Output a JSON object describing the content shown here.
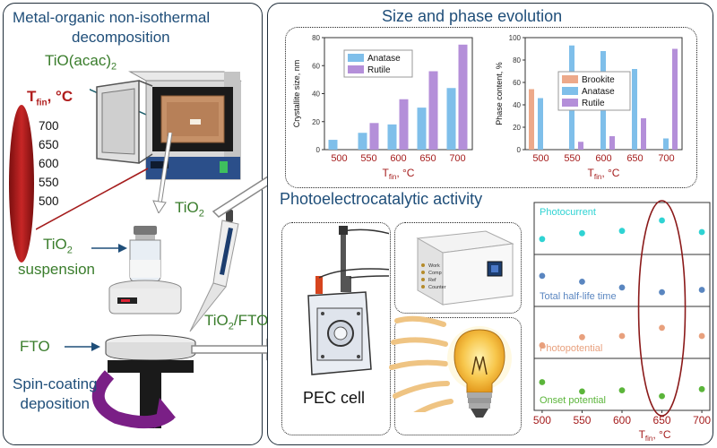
{
  "left_panel": {
    "title_line1": "Metal-organic non-isothermal",
    "title_line2": "decomposition",
    "precursor_label": "TiO(acac)",
    "precursor_sub": "2",
    "tfin_label": "T",
    "tfin_sub": "fin",
    "tfin_unit": ", °C",
    "temperatures": [
      "700",
      "650",
      "600",
      "550",
      "500"
    ],
    "tio2_label": "TiO",
    "tio2_sub": "2",
    "suspension_label_1": "TiO",
    "suspension_sub": "2",
    "suspension_label_2": "suspension",
    "fto_label": "FTO",
    "spin_line1": "Spin-coating",
    "spin_line2": "deposition",
    "tio2fto_label_a": "TiO",
    "tio2fto_sub": "2",
    "tio2fto_label_b": "/FTO"
  },
  "right_panel": {
    "size_title": "Size and phase evolution",
    "photo_title": "Photoelectrocatalytic activity",
    "pec_label": "PEC cell",
    "potentiostat_ports": [
      "Work",
      "Comp",
      "Ref",
      "Counter"
    ]
  },
  "colors": {
    "anatase": "#7fbfea",
    "rutile": "#b48fd9",
    "brookite": "#eda98a",
    "photocurrent": "#2fd3d3",
    "half_life": "#5a86c0",
    "photopotential": "#e8a07d",
    "onset": "#5bb53a",
    "title_blue": "#1f4e79",
    "label_green": "#3a7d2c",
    "accent_red": "#a51d1d"
  },
  "chart_data": [
    {
      "type": "bar",
      "ylabel": "Crystallite size, nm",
      "xlabel": "T",
      "xlabel_sub": "fin",
      "xlabel_unit": ", °C",
      "categories": [
        "500",
        "550",
        "600",
        "650",
        "700"
      ],
      "ylim": [
        0,
        80
      ],
      "yticks": [
        "0",
        "20",
        "40",
        "60",
        "80"
      ],
      "legend_position": "top-left",
      "series": [
        {
          "name": "Anatase",
          "color_key": "anatase",
          "values": [
            7,
            12,
            18,
            30,
            44
          ]
        },
        {
          "name": "Rutile",
          "color_key": "rutile",
          "values": [
            0,
            19,
            36,
            56,
            75
          ]
        }
      ]
    },
    {
      "type": "bar",
      "ylabel": "Phase content, %",
      "xlabel": "T",
      "xlabel_sub": "fin",
      "xlabel_unit": ", °C",
      "categories": [
        "500",
        "550",
        "600",
        "650",
        "700"
      ],
      "ylim": [
        0,
        100
      ],
      "yticks": [
        "0",
        "20",
        "40",
        "60",
        "80",
        "100"
      ],
      "legend_position": "top-left",
      "series": [
        {
          "name": "Brookite",
          "color_key": "brookite",
          "values": [
            54,
            0,
            0,
            0,
            0
          ]
        },
        {
          "name": "Anatase",
          "color_key": "anatase",
          "values": [
            46,
            93,
            88,
            72,
            10
          ]
        },
        {
          "name": "Rutile",
          "color_key": "rutile",
          "values": [
            0,
            7,
            12,
            28,
            90
          ]
        }
      ]
    },
    {
      "type": "scatter",
      "xlabel": "T",
      "xlabel_sub": "fin",
      "xlabel_unit": ", °C",
      "x": [
        500,
        550,
        600,
        650,
        700
      ],
      "xlim": [
        490,
        710
      ],
      "xticks": [
        "500",
        "550",
        "600",
        "650",
        "700"
      ],
      "highlight_x": 650,
      "series": [
        {
          "name": "Photocurrent",
          "color_key": "photocurrent",
          "values": [
            0.2,
            0.45,
            0.55,
            1.0,
            0.5
          ]
        },
        {
          "name": "Total half-life time",
          "color_key": "half_life",
          "values": [
            0.85,
            0.6,
            0.35,
            0.15,
            0.25
          ]
        },
        {
          "name": "Photopotential",
          "color_key": "photopotential",
          "values": [
            0.1,
            0.45,
            0.5,
            0.85,
            0.5
          ]
        },
        {
          "name": "Onset potential",
          "color_key": "onset",
          "values": [
            0.75,
            0.35,
            0.4,
            0.15,
            0.45
          ]
        }
      ]
    }
  ]
}
